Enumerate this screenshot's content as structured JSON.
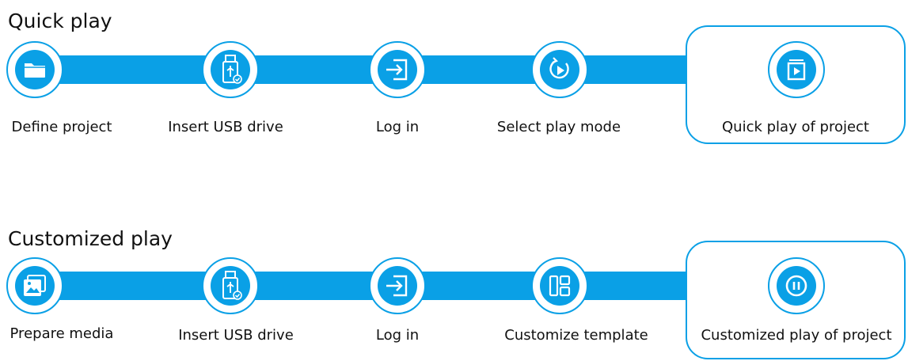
{
  "colors": {
    "accent": "#0aa0e6",
    "text": "#111111",
    "background": "#ffffff"
  },
  "quick": {
    "title": "Quick play",
    "steps": [
      {
        "label": "Define project",
        "icon": "folder-icon"
      },
      {
        "label": "Insert USB drive",
        "icon": "usb-drive-icon"
      },
      {
        "label": "Log in",
        "icon": "login-icon"
      },
      {
        "label": "Select play mode",
        "icon": "play-mode-icon"
      },
      {
        "label": "Quick play of project",
        "icon": "play-window-icon"
      }
    ]
  },
  "custom": {
    "title": "Customized play",
    "steps": [
      {
        "label": "Prepare media",
        "icon": "media-icon"
      },
      {
        "label": "Insert USB drive",
        "icon": "usb-drive-icon"
      },
      {
        "label": "Log in",
        "icon": "login-icon"
      },
      {
        "label": "Customize template",
        "icon": "template-icon"
      },
      {
        "label": "Customized play of project",
        "icon": "pause-circle-icon"
      }
    ]
  }
}
